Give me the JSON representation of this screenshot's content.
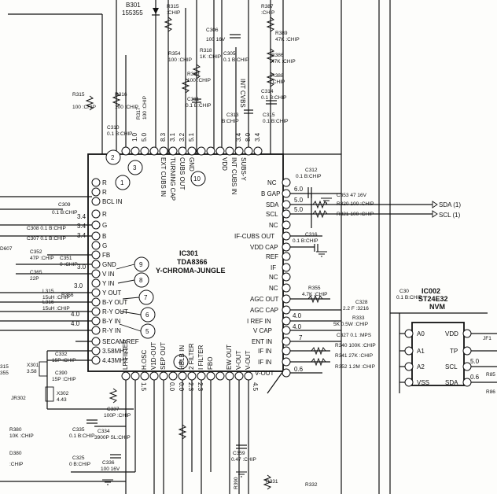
{
  "ic301": {
    "ref": "IC301",
    "part": "TDA8366",
    "desc": "Y-CHROMA-JUNGLE",
    "left_pins": [
      "BCL IN",
      "R",
      "G",
      "B",
      "FB",
      "GND",
      "V IN",
      "Y IN",
      "Y OUT",
      "B-Y OUT",
      "R-Y OUT",
      "B-Y IN",
      "R-Y IN",
      "SECAM REF",
      "3.58MHZ",
      "4.43MHZ"
    ],
    "right_pins": [
      "NC",
      "B GAP",
      "SDA",
      "SCL",
      "NC",
      "IF-CUBS OUT",
      "VDD CAP",
      "REF",
      "IF",
      "NC",
      "NC",
      "AGC OUT",
      "AGC CAP",
      "I REF IN",
      "V CAP",
      "ENT IN",
      "IF IN",
      "IF IN",
      "V-OUT"
    ],
    "top_pins": [
      "EXT CUBS IN",
      "TURNING CAP",
      "CUBS OUT",
      "GND",
      "VDD",
      "INT CUBS IN",
      "SUBS-Y"
    ],
    "bottom_pins": [
      "LP FILTER",
      "H.OSC",
      "V1D-OUT",
      "SEP OUT",
      "HBLB IN",
      "2 FILTER",
      "I FILTER",
      "FBO",
      "EW OUT",
      "V-OUT",
      "V-OUT"
    ]
  },
  "ic002": {
    "ref": "IC002",
    "part": "ST24E32",
    "desc": "NVM",
    "left_pins": [
      "A0",
      "A1",
      "A2",
      "VSS"
    ],
    "right_pins": [
      "VDD",
      "TP",
      "SCL",
      "SDA"
    ]
  },
  "signals": {
    "sda": "SDA (1)",
    "scl": "SCL (1)"
  },
  "callouts": [
    "1",
    "2",
    "3",
    "4",
    "5",
    "6",
    "7",
    "8",
    "9",
    "10"
  ],
  "components": {
    "b301": "B301",
    "b301_val": "155355",
    "r315_top": "R315",
    "r315_top_val": ":CHIP",
    "r387": "R387",
    "r387_val": ":CHIP",
    "c306": "C306",
    "c306_val": "100 16V",
    "r389": "R389",
    "r389_val": "47K :CHIP",
    "r354": "R354",
    "r354_val": "100 :CHIP",
    "r318": "R318",
    "r318_val": "1K :CHIP",
    "c305": "C305",
    "c305_val": "0.1 B:CHIP",
    "r386": "R386",
    "r386_val": "47K :CHIP",
    "r319": "R319",
    "r319_val": "100 :CHIP",
    "r388": "R388",
    "r388_val": ":CHIP",
    "r315": "R315",
    "r315_val": "100 :CHIP",
    "r316": "R316",
    "r316_val": "100 :CHIP",
    "r317": "R317",
    "r317_val": "100 :CHIP",
    "c311": "C311",
    "c311_val": "0.1 B:CHIP",
    "c314": "C314",
    "c314_val": "0.1 B:CHIP",
    "c310": "C310",
    "c310_val": "0.1 B:CHIP",
    "c313": "C313",
    "c313_val": "B:CHIP",
    "c315": "C315",
    "c315_val": "0.1 B:CHIP",
    "int_cvbs": "INT CVBS",
    "c312": "C312",
    "c312_val": "0.1 B:CHIP",
    "c353": "C353 47 16V",
    "r320": "R320 100 :CHIP",
    "r321": "R321 100 :CHIP",
    "c316": "C316",
    "c316_val": "0.1 B:CHIP",
    "c309": "C309",
    "c309_val": "0.1 B:CHIP",
    "c308": "C308 0.1 B:CHIP",
    "c307": "C307 0.1 B:CHIP",
    "c352": "C352",
    "c352_val": "47P :CHIP",
    "c351": "C351",
    "c351_val": "0 :CHIP",
    "c365": "C365",
    "c365_val": "22P",
    "r356": "R356",
    "l315": "L315",
    "l315_val": "15uH :CHIP",
    "l316": "L316",
    "l316_val": "15uH :CHIP",
    "r355": "R355",
    "r355_val": "4.7K :CHIP",
    "c328": "C328",
    "c328_val": "2.2 F :3216",
    "r333": "R333",
    "r333_val": "5K 0.5W :CHIP",
    "c327": "C327 0.1 :MPS",
    "r340": "R340 100K :CHIP",
    "r341": "R341 27K :CHIP",
    "r352": "R352 1.2M :CHIP",
    "c332": "C332",
    "c332_val": "15P :CHIP",
    "c390": "C390",
    "c390_val": "15P :CHIP",
    "x301": "X301",
    "x301_val": "3.58",
    "x302": "X302",
    "x302_val": "4.43",
    "jr302": "JR302",
    "r380": "R380",
    "r380_val": "10K :CHIP",
    "d380": "D380",
    "c337": "C337",
    "c337_val": "100P :CHIP",
    "c335": "C335",
    "c335_val": "0.1 B:CHIP",
    "c334": "C334",
    "c334_val": "3900P SL:CHIP",
    "c325": "C325",
    "c325_val": "0 B:CHIP",
    "c336": "C336",
    "c336_val": "100 16V",
    "c359": "C359",
    "c359_val": "0.47 :CHIP",
    "r390": "R390",
    "r331": "R331",
    "r332": "R332",
    "c30": "C30",
    "c30_val": "0.1 B:CHIP",
    "jf1": "JF1",
    "r85": "R85",
    "r86": "R86",
    "d607": "D607",
    "chip_note": ":CHIP",
    "misc_315": "315",
    "misc_355": "355"
  },
  "voltages": [
    "1.0",
    "5.0",
    "8.3",
    "3.1",
    "3.2",
    "5.1",
    "3.4",
    "8.0",
    "5.0",
    "3.4",
    "3.4",
    "3.4",
    "3.4",
    "3.0",
    "3.0",
    "4.0",
    "4.0",
    "6.0",
    "5.0",
    "4.0",
    "7",
    "6",
    "5.0",
    "5.0",
    "0.6",
    "0.6",
    "4.5",
    "2.3",
    "1.5",
    "0.0",
    "0.0",
    "2.3"
  ],
  "freqs": {
    "f358": "3.58MHZ",
    "f443": "4.43MHZ"
  }
}
